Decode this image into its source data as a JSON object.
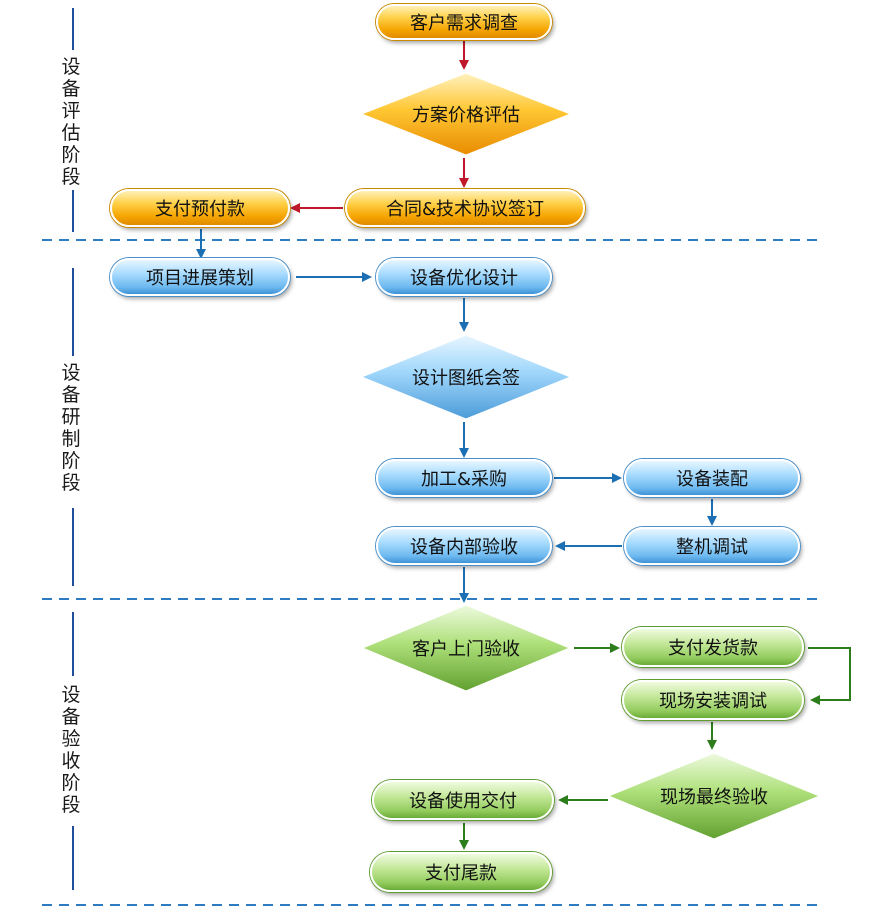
{
  "phases": {
    "evaluation": "设备评估阶段",
    "development": "设备研制阶段",
    "acceptance": "设备验收阶段"
  },
  "nodes": {
    "customer_demand_survey": "客户需求调查",
    "plan_price_evaluation": "方案价格评估",
    "contract_signing": "合同&技术协议签订",
    "pay_advance": "支付预付款",
    "project_planning": "项目进展策划",
    "equipment_design": "设备优化设计",
    "drawing_countersign": "设计图纸会签",
    "processing_purchasing": "加工&采购",
    "equipment_assembly": "设备装配",
    "machine_debugging": "整机调试",
    "internal_acceptance": "设备内部验收",
    "customer_visit_acceptance": "客户上门验收",
    "pay_delivery": "支付发货款",
    "onsite_installation": "现场安装调试",
    "onsite_final_acceptance": "现场最终验收",
    "equipment_handover": "设备使用交付",
    "pay_balance": "支付尾款"
  },
  "colors": {
    "evaluation_arrow": "#c0182b",
    "development_arrow": "#1c6fb3",
    "acceptance_arrow": "#2e7d1c",
    "divider": "#2d7cc2"
  }
}
